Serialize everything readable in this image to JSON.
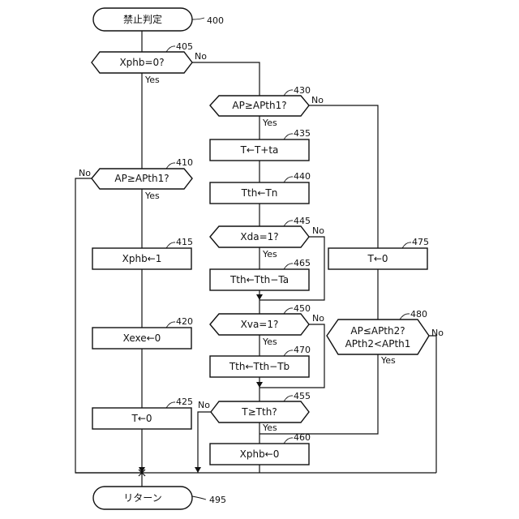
{
  "terminals": {
    "start": {
      "label": "禁止判定",
      "ref": "400"
    },
    "end": {
      "label": "リターン",
      "ref": "495"
    }
  },
  "decisions": {
    "d405": {
      "label": "Xphb=0?",
      "ref": "405"
    },
    "d410": {
      "label": "AP≥APth1?",
      "ref": "410"
    },
    "d430": {
      "label": "AP≥APth1?",
      "ref": "430"
    },
    "d445": {
      "label": "Xda=1?",
      "ref": "445"
    },
    "d450": {
      "label": "Xva=1?",
      "ref": "450"
    },
    "d455": {
      "label": "T≥Tth?",
      "ref": "455"
    },
    "d480": {
      "label_line1": "AP≤APth2?",
      "label_line2": "APth2<APth1",
      "ref": "480"
    }
  },
  "processes": {
    "p415": {
      "label": "Xphb←1",
      "ref": "415"
    },
    "p420": {
      "label": "Xexe←0",
      "ref": "420"
    },
    "p425": {
      "label": "T←0",
      "ref": "425"
    },
    "p435": {
      "label": "T←T+ta",
      "ref": "435"
    },
    "p440": {
      "label": "Tth←Tn",
      "ref": "440"
    },
    "p465": {
      "label": "Tth←Tth−Ta",
      "ref": "465"
    },
    "p470": {
      "label": "Tth←Tth−Tb",
      "ref": "470"
    },
    "p460": {
      "label": "Xphb←0",
      "ref": "460"
    },
    "p475": {
      "label": "T←0",
      "ref": "475"
    }
  },
  "branch_labels": {
    "yes": "Yes",
    "no": "No"
  }
}
